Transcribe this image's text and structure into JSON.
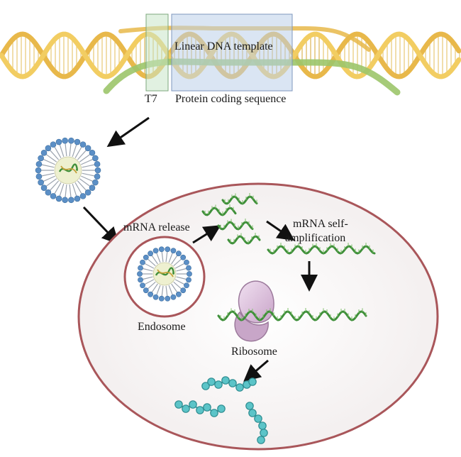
{
  "labels": {
    "dna_template": "Linear DNA template",
    "t7": "T7",
    "coding_sequence": "Protein coding sequence",
    "mrna_release": "mRNA release",
    "self_amp_line1": "mRNA self-",
    "self_amp_line2": "amplification",
    "endosome": "Endosome",
    "ribosome": "Ribosome"
  },
  "colors": {
    "dna_gold": "#e8b84a",
    "dna_green": "#9cc56a",
    "t7_box": "#c9e6c9",
    "template_box": "#bcd0ea",
    "cell_membrane": "#a9565a",
    "cell_fill": "#f8f6f6",
    "lnp_head": "#5b8fc6",
    "mrna_green": "#3f8f3a",
    "ribosome": "#d6b7d6",
    "protein": "#5cc4c8",
    "arrow": "#111111"
  }
}
